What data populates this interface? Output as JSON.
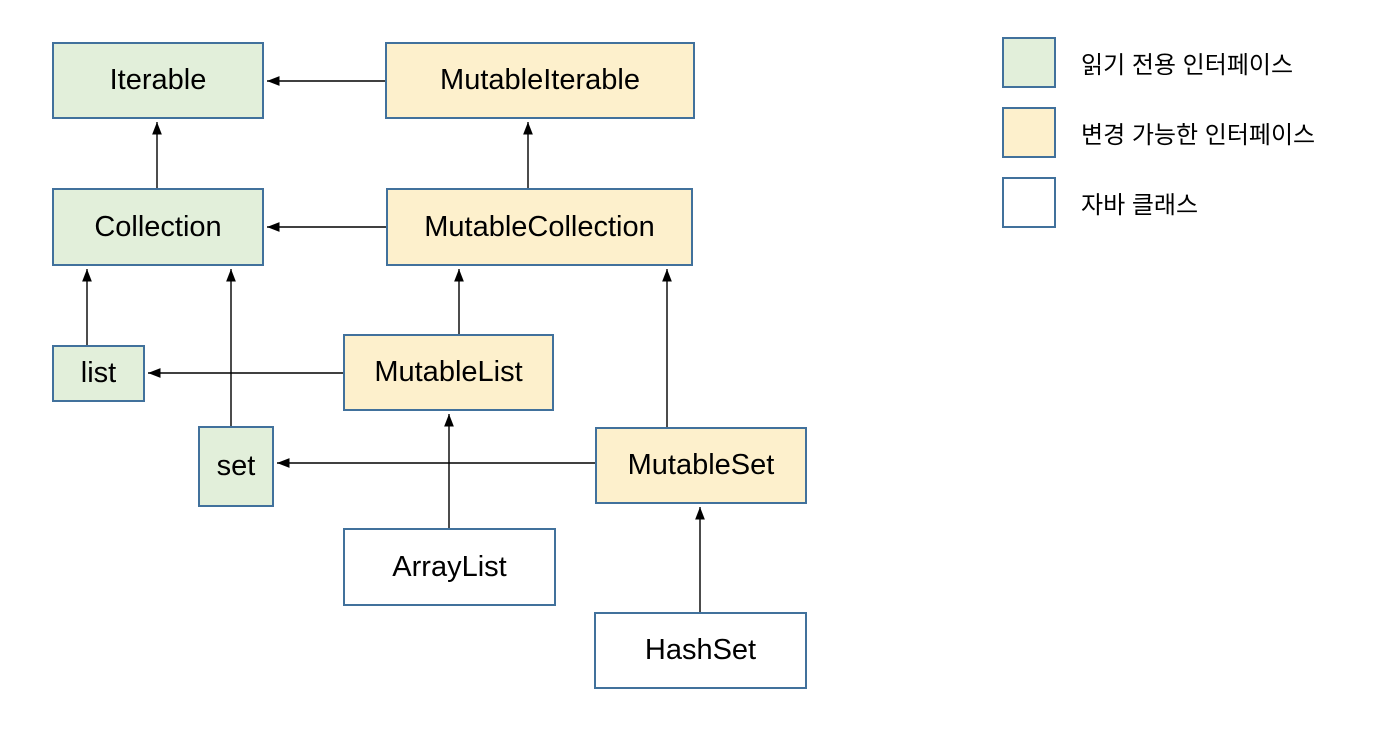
{
  "diagram_title": "Kotlin collection interfaces and Java classes hierarchy",
  "colors": {
    "readonly_fill": "#e2efda",
    "mutable_fill": "#fdf0cc",
    "java_fill": "#ffffff",
    "box_border": "#41719c",
    "arrow": "#000000",
    "background": "#ffffff"
  },
  "nodes": {
    "iterable": {
      "label": "Iterable",
      "type": "readonly"
    },
    "mutable_iterable": {
      "label": "MutableIterable",
      "type": "mutable"
    },
    "collection": {
      "label": "Collection",
      "type": "readonly"
    },
    "mutable_collection": {
      "label": "MutableCollection",
      "type": "mutable"
    },
    "list": {
      "label": "list",
      "type": "readonly"
    },
    "mutable_list": {
      "label": "MutableList",
      "type": "mutable"
    },
    "set": {
      "label": "set",
      "type": "readonly"
    },
    "mutable_set": {
      "label": "MutableSet",
      "type": "mutable"
    },
    "array_list": {
      "label": "ArrayList",
      "type": "java"
    },
    "hash_set": {
      "label": "HashSet",
      "type": "java"
    }
  },
  "edges": [
    {
      "from": "MutableIterable",
      "to": "Iterable"
    },
    {
      "from": "Collection",
      "to": "Iterable"
    },
    {
      "from": "MutableCollection",
      "to": "MutableIterable"
    },
    {
      "from": "MutableCollection",
      "to": "Collection"
    },
    {
      "from": "list",
      "to": "Collection"
    },
    {
      "from": "set",
      "to": "Collection"
    },
    {
      "from": "MutableList",
      "to": "MutableCollection"
    },
    {
      "from": "MutableSet",
      "to": "MutableCollection"
    },
    {
      "from": "MutableList",
      "to": "list"
    },
    {
      "from": "MutableSet",
      "to": "set"
    },
    {
      "from": "ArrayList",
      "to": "MutableList"
    },
    {
      "from": "HashSet",
      "to": "MutableSet"
    }
  ],
  "legend": {
    "items": [
      {
        "label": "읽기 전용 인터페이스",
        "type": "readonly"
      },
      {
        "label": "변경 가능한 인터페이스",
        "type": "mutable"
      },
      {
        "label": "자바 클래스",
        "type": "java"
      }
    ]
  }
}
